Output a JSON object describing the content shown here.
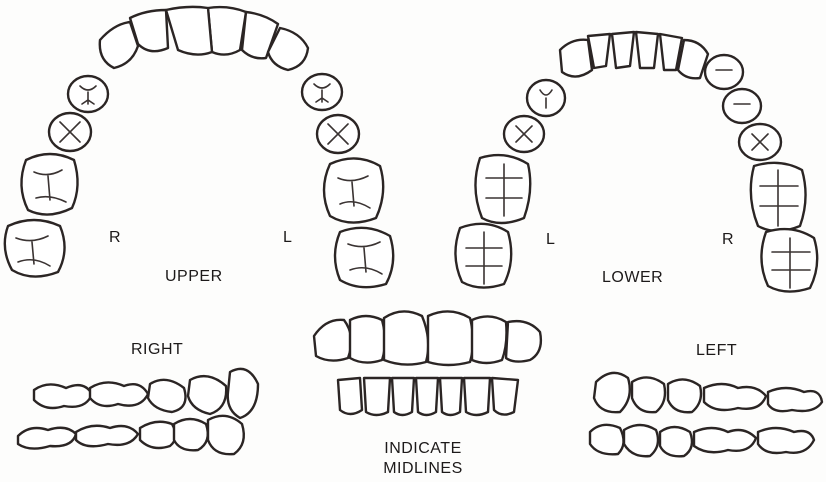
{
  "upper_arch": {
    "title": "UPPER",
    "side_right": "R",
    "side_left": "L"
  },
  "lower_arch": {
    "title": "LOWER",
    "side_left": "L",
    "side_right": "R"
  },
  "buccal_right": {
    "title": "RIGHT"
  },
  "buccal_left": {
    "title": "LEFT"
  },
  "anterior": {
    "note_line1": "INDICATE",
    "note_line2": "MIDLINES"
  },
  "colors": {
    "ink": "#2b2524",
    "paper": "#fdfdfc"
  }
}
